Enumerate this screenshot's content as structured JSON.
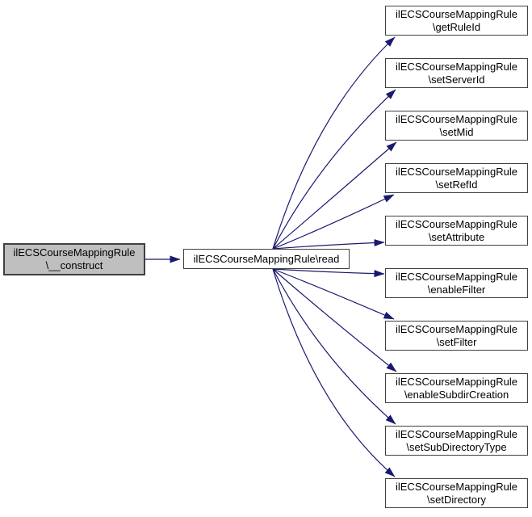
{
  "graph": {
    "type": "call-graph",
    "colors": {
      "edge": "#191970",
      "node_border": "#404040",
      "node_fill": "#ffffff",
      "highlight_fill": "#bfbfbf",
      "text": "#000000",
      "background": "#ffffff"
    },
    "caller": {
      "line1": "ilECSCourseMappingRule",
      "line2": "\\__construct"
    },
    "root": {
      "label": "ilECSCourseMappingRule\\read"
    },
    "callees": [
      {
        "line1": "ilECSCourseMappingRule",
        "line2": "\\getRuleId"
      },
      {
        "line1": "ilECSCourseMappingRule",
        "line2": "\\setServerId"
      },
      {
        "line1": "ilECSCourseMappingRule",
        "line2": "\\setMid"
      },
      {
        "line1": "ilECSCourseMappingRule",
        "line2": "\\setRefId"
      },
      {
        "line1": "ilECSCourseMappingRule",
        "line2": "\\setAttribute"
      },
      {
        "line1": "ilECSCourseMappingRule",
        "line2": "\\enableFilter"
      },
      {
        "line1": "ilECSCourseMappingRule",
        "line2": "\\setFilter"
      },
      {
        "line1": "ilECSCourseMappingRule",
        "line2": "\\enableSubdirCreation"
      },
      {
        "line1": "ilECSCourseMappingRule",
        "line2": "\\setSubDirectoryType"
      },
      {
        "line1": "ilECSCourseMappingRule",
        "line2": "\\setDirectory"
      }
    ]
  }
}
